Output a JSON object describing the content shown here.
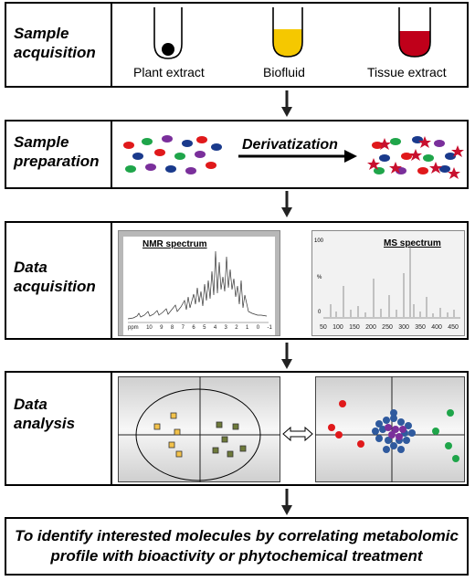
{
  "steps": [
    {
      "label_line1": "Sample",
      "label_line2": "acquisition"
    },
    {
      "label_line1": "Sample",
      "label_line2": "preparation"
    },
    {
      "label_line1": "Data",
      "label_line2": "acquisition"
    },
    {
      "label_line1": "Data",
      "label_line2": "analysis"
    }
  ],
  "acquisition": {
    "samples": [
      "Plant extract",
      "Biofluid",
      "Tissue extract"
    ],
    "colors": {
      "biofluid": "#f5c800",
      "tissue": "#c0001a"
    }
  },
  "preparation": {
    "process_label": "Derivatization"
  },
  "data_acquisition": {
    "nmr_title": "NMR spectrum",
    "nmr_ticks": [
      "ppm",
      "10",
      "9",
      "8",
      "7",
      "6",
      "5",
      "4",
      "3",
      "2",
      "1",
      "0",
      "-1"
    ],
    "ms_title": "MS spectrum",
    "ms_y_ticks": [
      "100",
      "%",
      "0"
    ],
    "ms_x_ticks": [
      "50",
      "100",
      "150",
      "200",
      "250",
      "300",
      "350",
      "400",
      "450"
    ]
  },
  "conclusion": {
    "line1": "To identify interested molecules by correlating metabolomic",
    "line2": "profile with bioactivity or phytochemical treatment"
  }
}
